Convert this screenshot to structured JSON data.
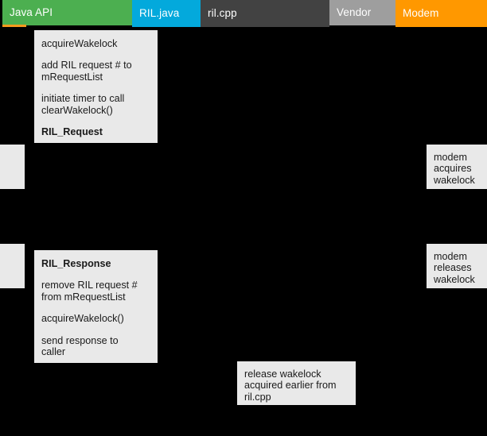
{
  "lanes": [
    {
      "label": "Java API",
      "color": "#4caf50"
    },
    {
      "label": "RIL.java",
      "color": "#03a9dc"
    },
    {
      "label": "ril.cpp",
      "color": "#424242"
    },
    {
      "label": "Vendor",
      "color": "#9e9e9e"
    },
    {
      "label": "Modem",
      "color": "#ff9800"
    }
  ],
  "accent_color": "#f59a1e",
  "notes": {
    "ril_request": {
      "lines": [
        "acquireWakelock",
        "add RIL request # to\nmRequestList",
        "initiate timer to call\nclearWakelock()"
      ],
      "title": "RIL_Request"
    },
    "ril_response": {
      "title": "RIL_Response",
      "lines": [
        "remove RIL request #\nfrom mRequestList",
        "acquireWakelock()",
        "send response to\ncaller"
      ]
    },
    "modem_acquire": {
      "text": "modem\nacquires\nwakelock"
    },
    "modem_release": {
      "text": "modem\nreleases\nwakelock"
    },
    "release_wakelock": {
      "text": "release wakelock\nacquired earlier from\nril.cpp"
    },
    "blank_left_1": {
      "text": ""
    },
    "blank_left_2": {
      "text": ""
    }
  }
}
